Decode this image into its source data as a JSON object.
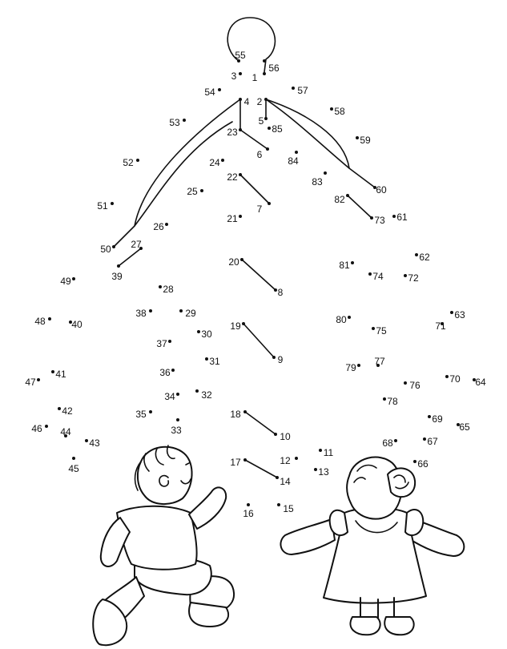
{
  "puzzle": {
    "type": "connect-the-dots",
    "dots": [
      {
        "n": "1"
      },
      {
        "n": "2"
      },
      {
        "n": "3"
      },
      {
        "n": "4"
      },
      {
        "n": "5"
      },
      {
        "n": "6"
      },
      {
        "n": "7"
      },
      {
        "n": "8"
      },
      {
        "n": "9"
      },
      {
        "n": "10"
      },
      {
        "n": "11"
      },
      {
        "n": "12"
      },
      {
        "n": "13"
      },
      {
        "n": "14"
      },
      {
        "n": "15"
      },
      {
        "n": "16"
      },
      {
        "n": "17"
      },
      {
        "n": "18"
      },
      {
        "n": "19"
      },
      {
        "n": "20"
      },
      {
        "n": "21"
      },
      {
        "n": "22"
      },
      {
        "n": "23"
      },
      {
        "n": "24"
      },
      {
        "n": "25"
      },
      {
        "n": "26"
      },
      {
        "n": "27"
      },
      {
        "n": "28"
      },
      {
        "n": "29"
      },
      {
        "n": "30"
      },
      {
        "n": "31"
      },
      {
        "n": "32"
      },
      {
        "n": "33"
      },
      {
        "n": "34"
      },
      {
        "n": "35"
      },
      {
        "n": "36"
      },
      {
        "n": "37"
      },
      {
        "n": "38"
      },
      {
        "n": "39"
      },
      {
        "n": "40"
      },
      {
        "n": "41"
      },
      {
        "n": "42"
      },
      {
        "n": "43"
      },
      {
        "n": "44"
      },
      {
        "n": "45"
      },
      {
        "n": "46"
      },
      {
        "n": "47"
      },
      {
        "n": "48"
      },
      {
        "n": "49"
      },
      {
        "n": "50"
      },
      {
        "n": "51"
      },
      {
        "n": "52"
      },
      {
        "n": "53"
      },
      {
        "n": "54"
      },
      {
        "n": "55"
      },
      {
        "n": "56"
      },
      {
        "n": "57"
      },
      {
        "n": "58"
      },
      {
        "n": "59"
      },
      {
        "n": "60"
      },
      {
        "n": "61"
      },
      {
        "n": "62"
      },
      {
        "n": "63"
      },
      {
        "n": "64"
      },
      {
        "n": "65"
      },
      {
        "n": "66"
      },
      {
        "n": "67"
      },
      {
        "n": "68"
      },
      {
        "n": "69"
      },
      {
        "n": "70"
      },
      {
        "n": "71"
      },
      {
        "n": "72"
      },
      {
        "n": "73"
      },
      {
        "n": "74"
      },
      {
        "n": "75"
      },
      {
        "n": "76"
      },
      {
        "n": "77"
      },
      {
        "n": "78"
      },
      {
        "n": "79"
      },
      {
        "n": "80"
      },
      {
        "n": "81"
      },
      {
        "n": "82"
      },
      {
        "n": "83"
      },
      {
        "n": "84"
      },
      {
        "n": "85"
      }
    ],
    "ink_color": "#111111",
    "background": "#ffffff"
  }
}
